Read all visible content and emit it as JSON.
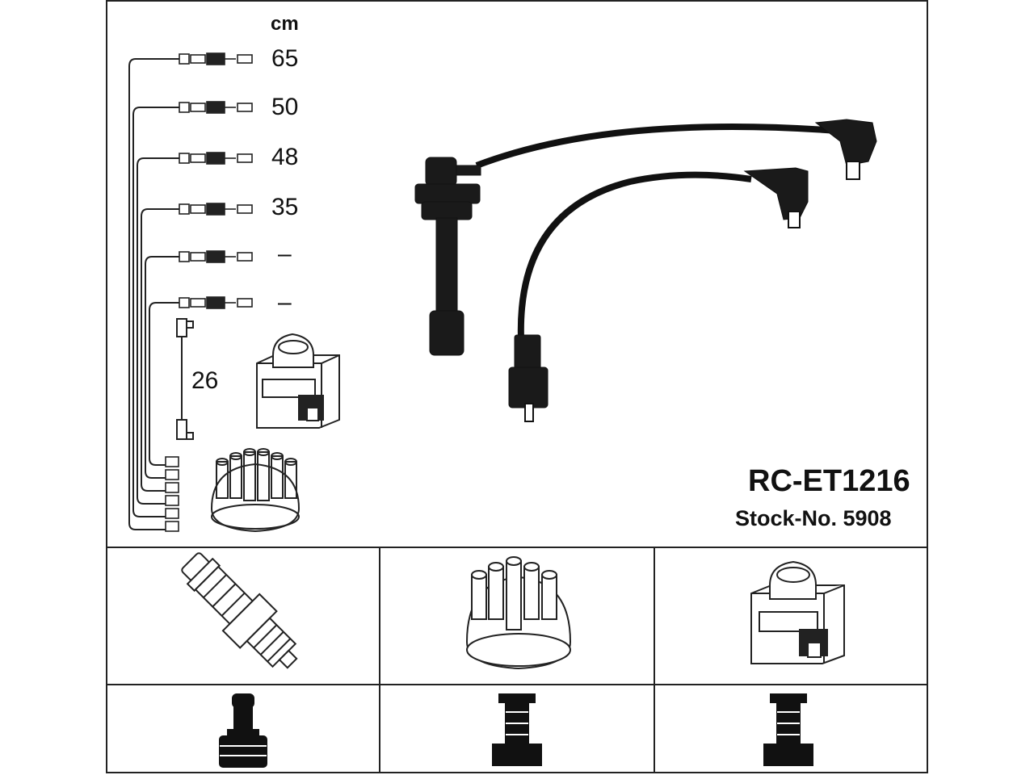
{
  "diagram": {
    "unit_label": "cm",
    "cable_lengths": [
      "65",
      "50",
      "48",
      "35",
      "–",
      "–"
    ],
    "coil_cable_length": "26",
    "part_number": "RC-ET1216",
    "stock_number": "Stock-No. 5908"
  },
  "colors": {
    "line": "#222222",
    "background": "#ffffff",
    "fill_dark": "#1a1a1a"
  },
  "icons": [
    "spark-plug-icon",
    "distributor-cap-icon",
    "ignition-coil-icon",
    "plug-connector-icon",
    "cap-connector-icon",
    "coil-connector-icon"
  ]
}
